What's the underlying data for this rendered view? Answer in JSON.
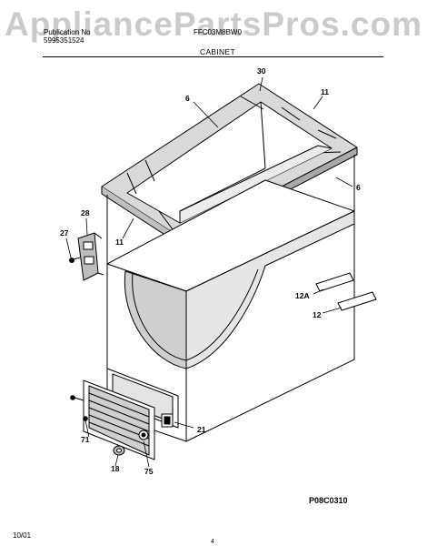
{
  "watermark": "AppliancePartsPros.com",
  "header": {
    "left_line1": "Publication No",
    "left_line2": "5995351524",
    "middle": "FFC03M8BW0",
    "section_title": "CABINET"
  },
  "callouts": {
    "c30": "30",
    "c11_top": "11",
    "c6_left": "6",
    "c6_right": "6",
    "c28": "28",
    "c27": "27",
    "c11_left": "11",
    "c12a": "12A",
    "c12": "12",
    "c21": "21",
    "c71": "71",
    "c18": "18",
    "c75": "75"
  },
  "figure_number": "P08C0310",
  "footer": {
    "date": "10/01",
    "page": "4"
  }
}
